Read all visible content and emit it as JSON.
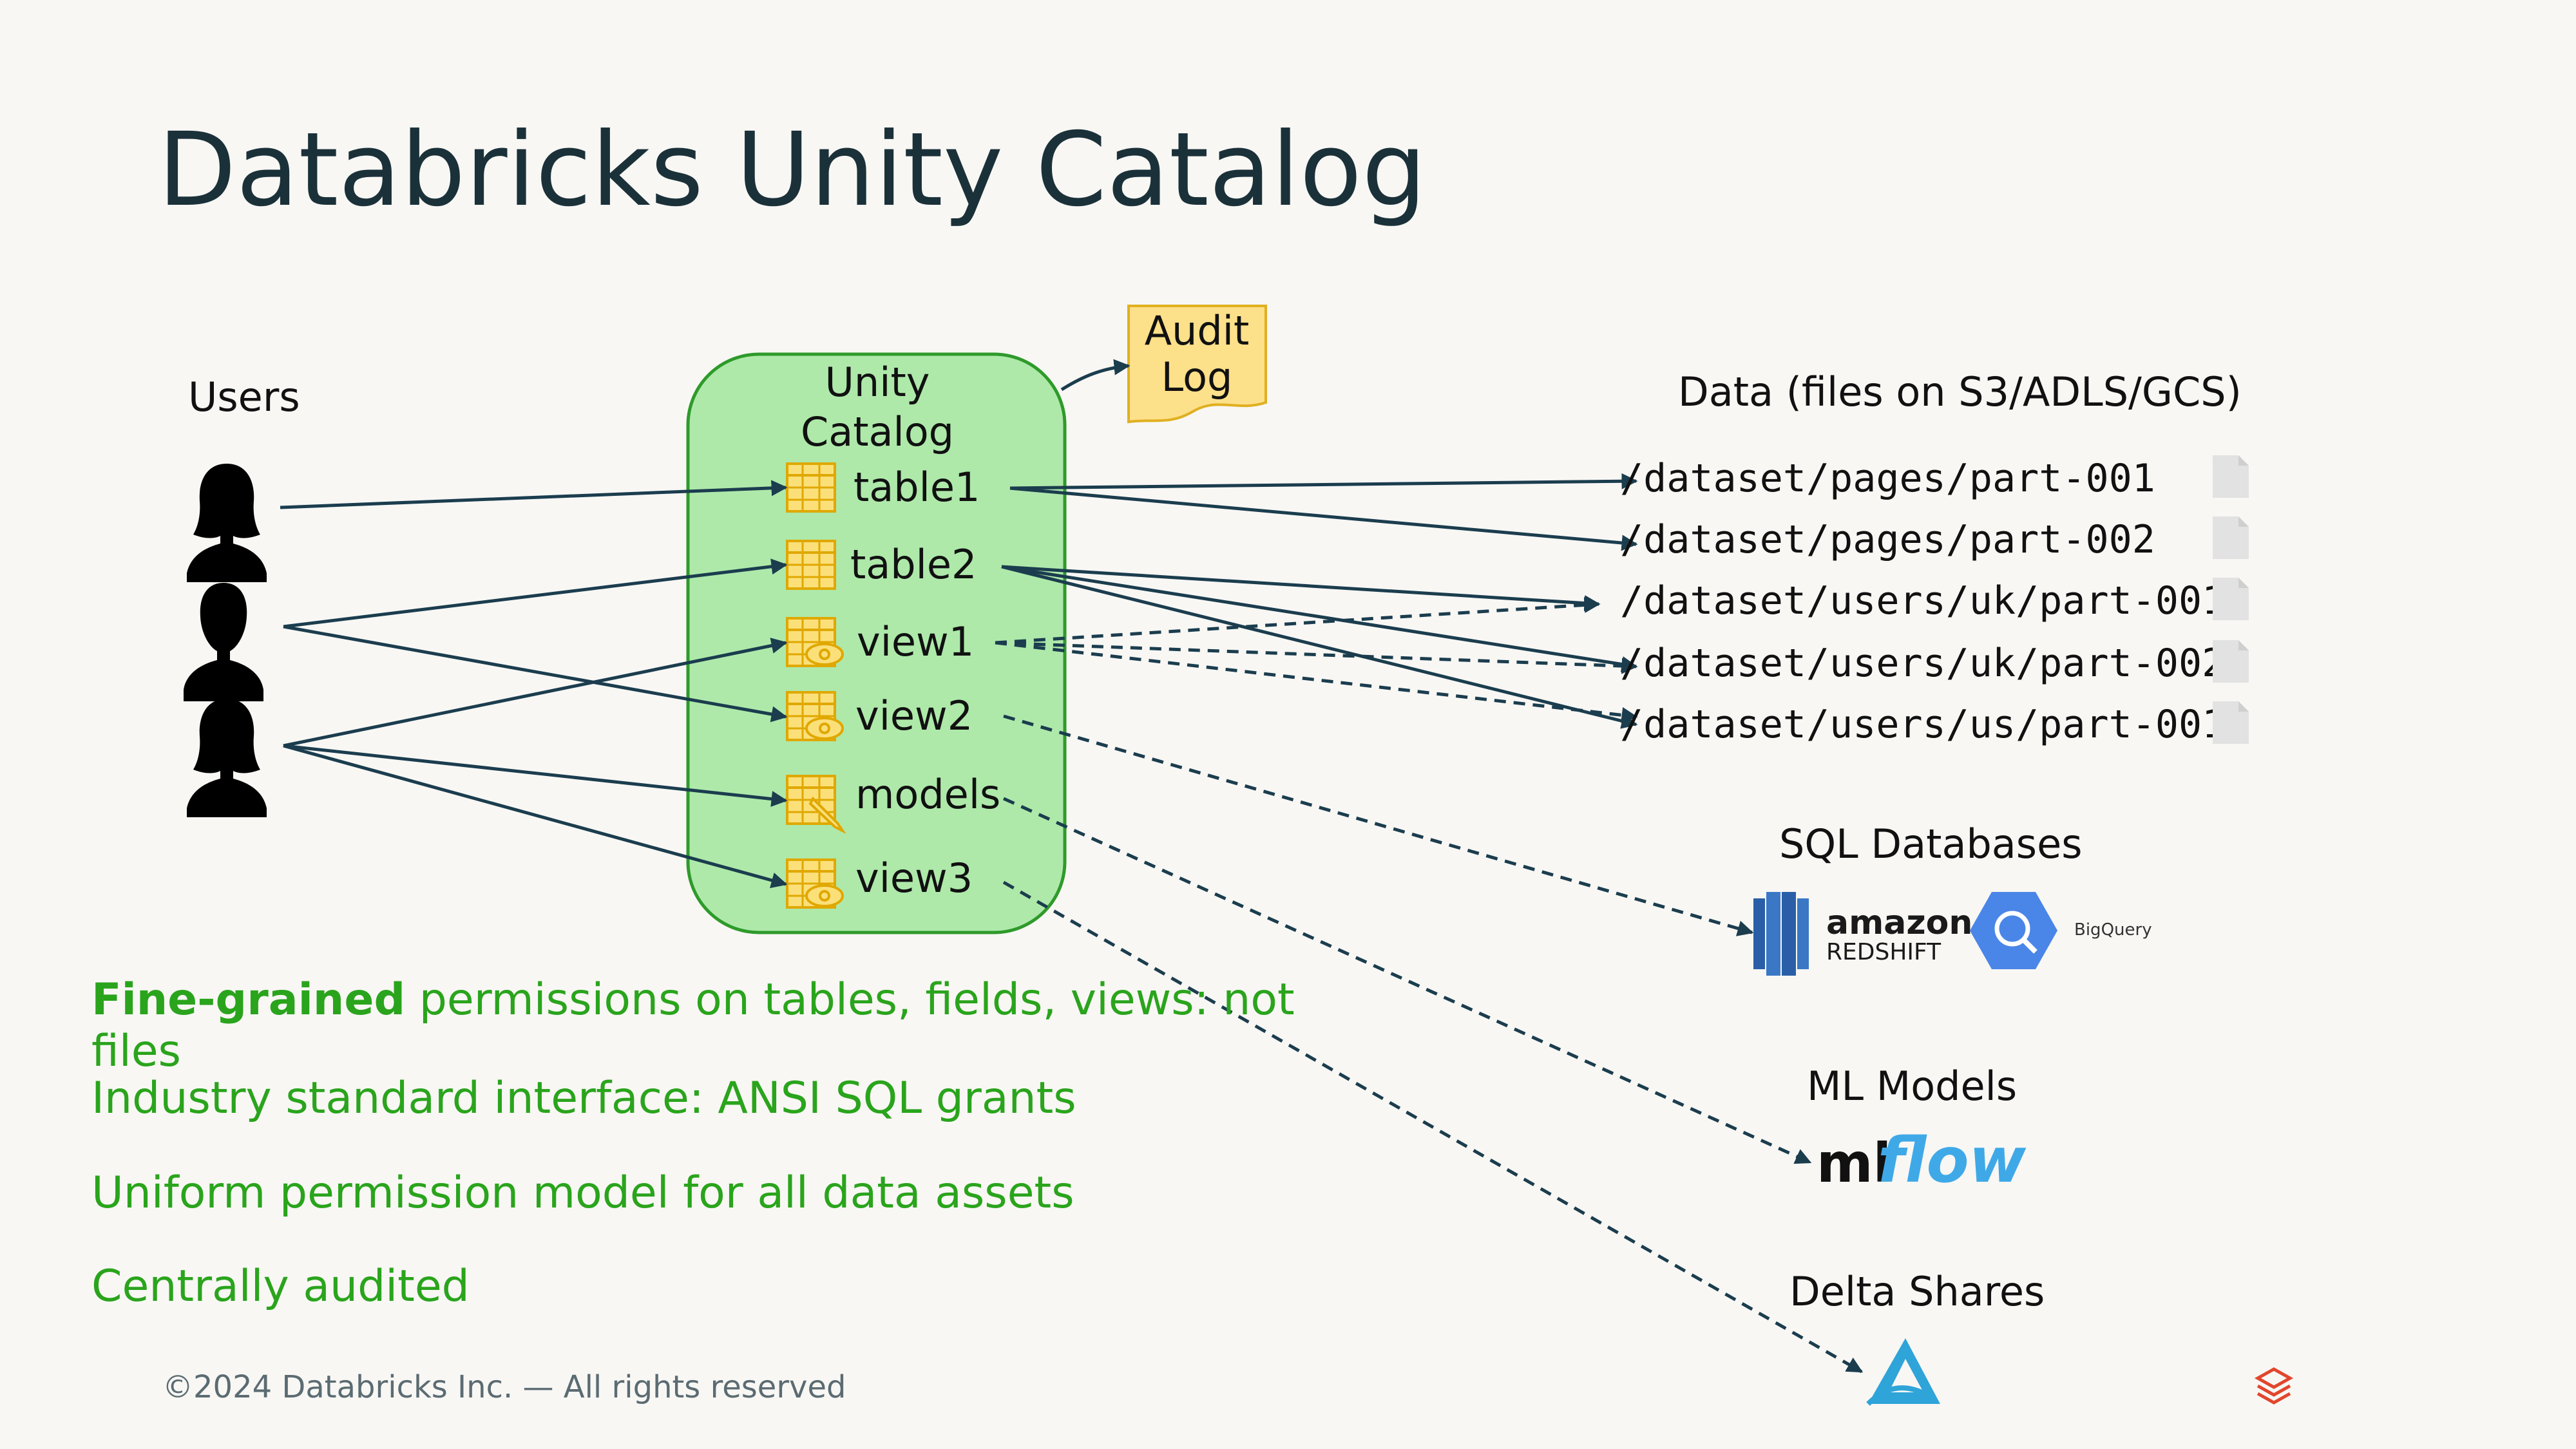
{
  "slide": {
    "title": "Databricks Unity Catalog",
    "footer": "©2024 Databricks Inc. — All rights reserved"
  },
  "users": {
    "label": "Users",
    "icons": [
      "user-female-icon",
      "user-male-icon",
      "user-female-icon"
    ]
  },
  "catalog": {
    "label_line1": "Unity",
    "label_line2": "Catalog",
    "fill_color": "#aee9aa",
    "border_color": "#2e9a2a",
    "items": [
      {
        "label": "table1",
        "icon": "table-icon"
      },
      {
        "label": "table2",
        "icon": "table-icon"
      },
      {
        "label": "view1",
        "icon": "view-icon"
      },
      {
        "label": "view2",
        "icon": "view-icon"
      },
      {
        "label": "models",
        "icon": "model-icon"
      },
      {
        "label": "view3",
        "icon": "view-icon"
      }
    ]
  },
  "audit": {
    "line1": "Audit",
    "line2": "Log"
  },
  "data_section": {
    "label": "Data (files on S3/ADLS/GCS)",
    "paths": [
      "/dataset/pages/part-001",
      "/dataset/pages/part-002",
      "/dataset/users/uk/part-001",
      "/dataset/users/uk/part-002",
      "/dataset/users/us/part-001"
    ]
  },
  "sql_section": {
    "label": "SQL Databases",
    "redshift_line1": "amazon",
    "redshift_line2": "REDSHIFT",
    "bigquery_label": "BigQuery"
  },
  "ml_section": {
    "label": "ML Models",
    "logo_ml": "ml",
    "logo_flow": "flow"
  },
  "delta_section": {
    "label": "Delta Shares"
  },
  "bullets": [
    {
      "strong": "Fine-grained",
      "text": " permissions on tables, fields, views: not",
      "cont": "files"
    },
    {
      "text": "Industry standard interface: ANSI SQL grants"
    },
    {
      "text": "Uniform permission model for all data assets"
    },
    {
      "text": "Centrally audited"
    }
  ],
  "colors": {
    "title": "#1b3139",
    "bullet_green": "#2aa41c",
    "arrow": "#1b3d4e",
    "table_icon": "#f5c842",
    "audit_fill": "#fde08a"
  }
}
